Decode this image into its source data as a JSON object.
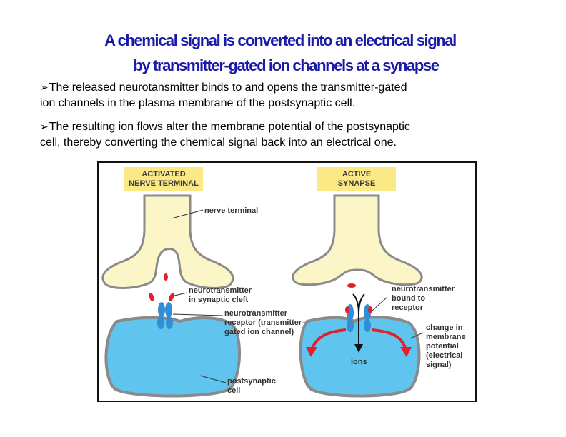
{
  "slide": {
    "title_line1": "A chemical signal is converted into an electrical signal",
    "title_line2": "by transmitter-gated ion channels at a synapse",
    "bullets": [
      {
        "line1": "The released neurotansmitter binds to and opens the transmitter-gated",
        "line2": "ion channels in the plasma membrane of the postsynaptic cell."
      },
      {
        "line1": "The resulting ion flows alter the membrane potential of the postsynaptic",
        "line2": "cell, thereby converting the chemical signal back into an electrical one."
      }
    ]
  },
  "figure": {
    "left_panel": {
      "header_line1": "ACTIVATED",
      "header_line2": "NERVE TERMINAL",
      "label_nerve_terminal": "nerve terminal",
      "label_nt_line1": "neurotransmitter",
      "label_nt_line2": "in synaptic cleft",
      "label_receptor_line1": "neurotransmitter",
      "label_receptor_line2": "receptor (transmitter-",
      "label_receptor_line3": "gated ion channel)",
      "label_cell_line1": "postsynaptic",
      "label_cell_line2": "cell"
    },
    "right_panel": {
      "header_line1": "ACTIVE",
      "header_line2": "SYNAPSE",
      "label_bound_line1": "neurotransmitter",
      "label_bound_line2": "bound to",
      "label_bound_line3": "receptor",
      "label_ions": "ions",
      "label_change_line1": "change in",
      "label_change_line2": "membrane",
      "label_change_line3": "potential",
      "label_change_line4": "(electrical",
      "label_change_line5": "signal)"
    },
    "colors": {
      "terminal_fill": "#fbf5c8",
      "terminal_stroke": "#8a8a8a",
      "header_fill": "#fbe985",
      "cell_fill": "#5fc4ee",
      "cell_stroke": "#8a8a8a",
      "receptor_fill": "#2f8ed6",
      "neurotransmitter": "#e0202a",
      "ion_arrow": "#e0202a"
    }
  }
}
